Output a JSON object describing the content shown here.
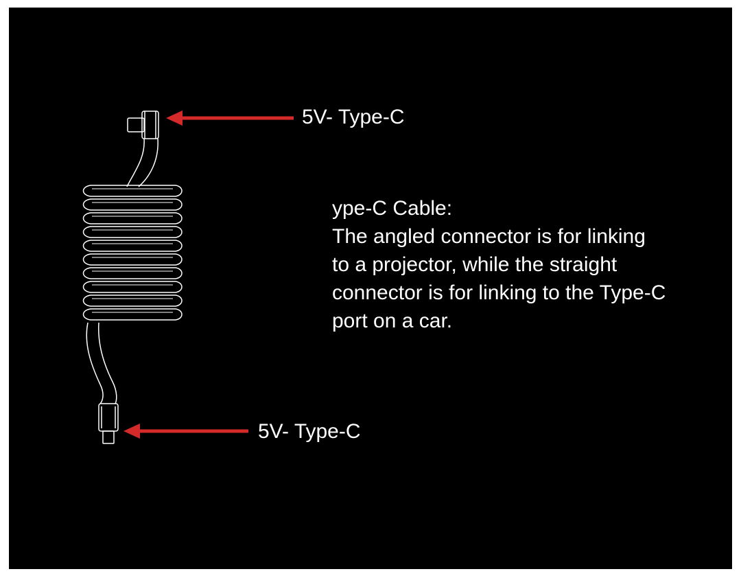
{
  "colors": {
    "background": "#000000",
    "frame": "#ffffff",
    "line_art": "#ffffff",
    "arrow": "#d42a2a",
    "text": "#ffffff"
  },
  "labels": {
    "top_connector": "5V- Type-C",
    "bottom_connector": "5V- Type-C"
  },
  "description": {
    "title": "ype-C Cable:",
    "lines": [
      "The angled connector is for linking",
      "to a projector, while the straight",
      "connector is for linking to the Type-C",
      "port on a car."
    ]
  },
  "icons": {
    "cable": "coiled-usb-c-cable-icon",
    "arrow": "left-arrow-icon"
  }
}
